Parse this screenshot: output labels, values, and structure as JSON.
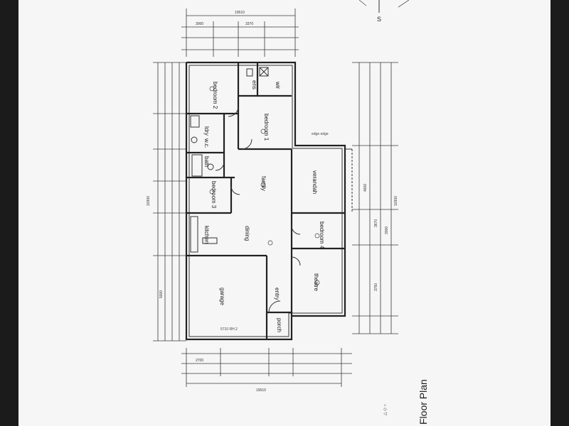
{
  "plan": {
    "title": "Floor Plan",
    "north_label": "S",
    "rooms": {
      "bedroom2": "bedroom 2",
      "bedroom1": "bedroom 1",
      "ens": "ens",
      "wir": "wir",
      "ldry": "ldry",
      "wc": "w.c.",
      "bath": "bath",
      "bedroom3": "bedroom 3",
      "family": "family",
      "verandah": "verandah",
      "kitchen": "kitchen",
      "dining": "dining",
      "bedroom4": "bedroom 4",
      "garage": "garage",
      "entry": "entry",
      "porch": "porch",
      "theatre": "theatre",
      "garage_door": "5710 RH.2",
      "verandah_edge": "edge edge"
    },
    "dimensions": {
      "overall_top": "19510",
      "overall_bottom": "19510",
      "overall_left": "10300",
      "overall_right": "10300",
      "bed2_w": "3000",
      "bed1_w": "3370",
      "kitchen_w": "2700",
      "garage_w": "5000",
      "family_h": "4600",
      "verandah_h": "3670",
      "theatre_h": "3750",
      "bed4_h": "3000"
    },
    "colors": {
      "sheet": "#f6f6f6",
      "frame": "#1b1b1b",
      "linework": "#222222"
    }
  }
}
